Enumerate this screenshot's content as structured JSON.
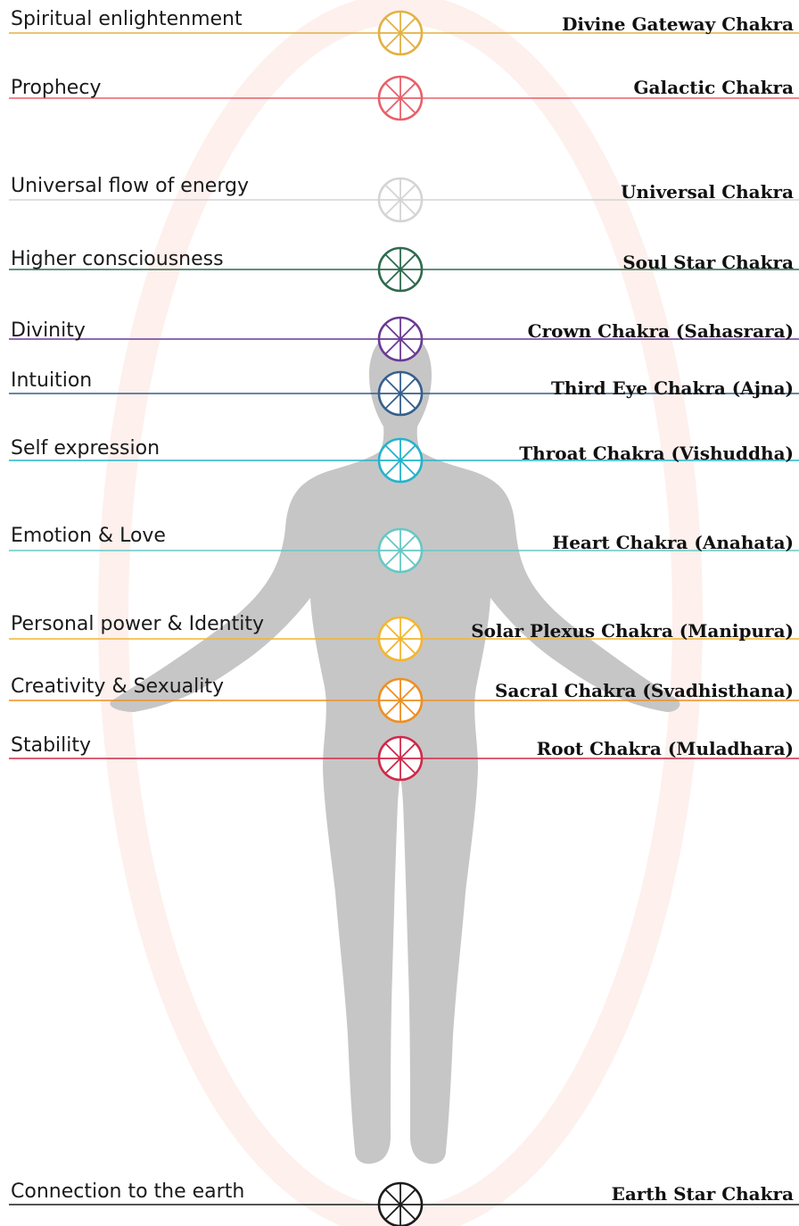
{
  "diagram": {
    "chakras": [
      {
        "name": "Divine Gateway Chakra",
        "meaning": "Spiritual enlightenment",
        "color": "#e2b143"
      },
      {
        "name": "Galactic Chakra",
        "meaning": "Prophecy",
        "color": "#e8606a"
      },
      {
        "name": "Universal Chakra",
        "meaning": "Universal flow of energy",
        "color": "#d4d4d4"
      },
      {
        "name": "Soul Star Chakra",
        "meaning": "Higher consciousness",
        "color": "#2e6a4f"
      },
      {
        "name": "Crown Chakra (Sahasrara)",
        "meaning": "Divinity",
        "color": "#6a3a92"
      },
      {
        "name": "Third Eye Chakra (Ajna)",
        "meaning": "Intuition",
        "color": "#355f8c"
      },
      {
        "name": "Throat Chakra (Vishuddha)",
        "meaning": "Self expression",
        "color": "#23b3cc"
      },
      {
        "name": "Heart Chakra (Anahata)",
        "meaning": "Emotion & Love",
        "color": "#67c8c4"
      },
      {
        "name": "Solar Plexus Chakra (Manipura)",
        "meaning": "Personal power & Identity",
        "color": "#f2b630"
      },
      {
        "name": "Sacral Chakra (Svadhisthana)",
        "meaning": "Creativity & Sexuality",
        "color": "#ee8f22"
      },
      {
        "name": "Root Chakra (Muladhara)",
        "meaning": "Stability",
        "color": "#d0284a"
      },
      {
        "name": "Earth Star Chakra",
        "meaning": "Connection to the earth",
        "color": "#1b1b1b"
      }
    ],
    "aura_color": "#fbe3df",
    "silhouette_color": "#c6c6c6"
  }
}
